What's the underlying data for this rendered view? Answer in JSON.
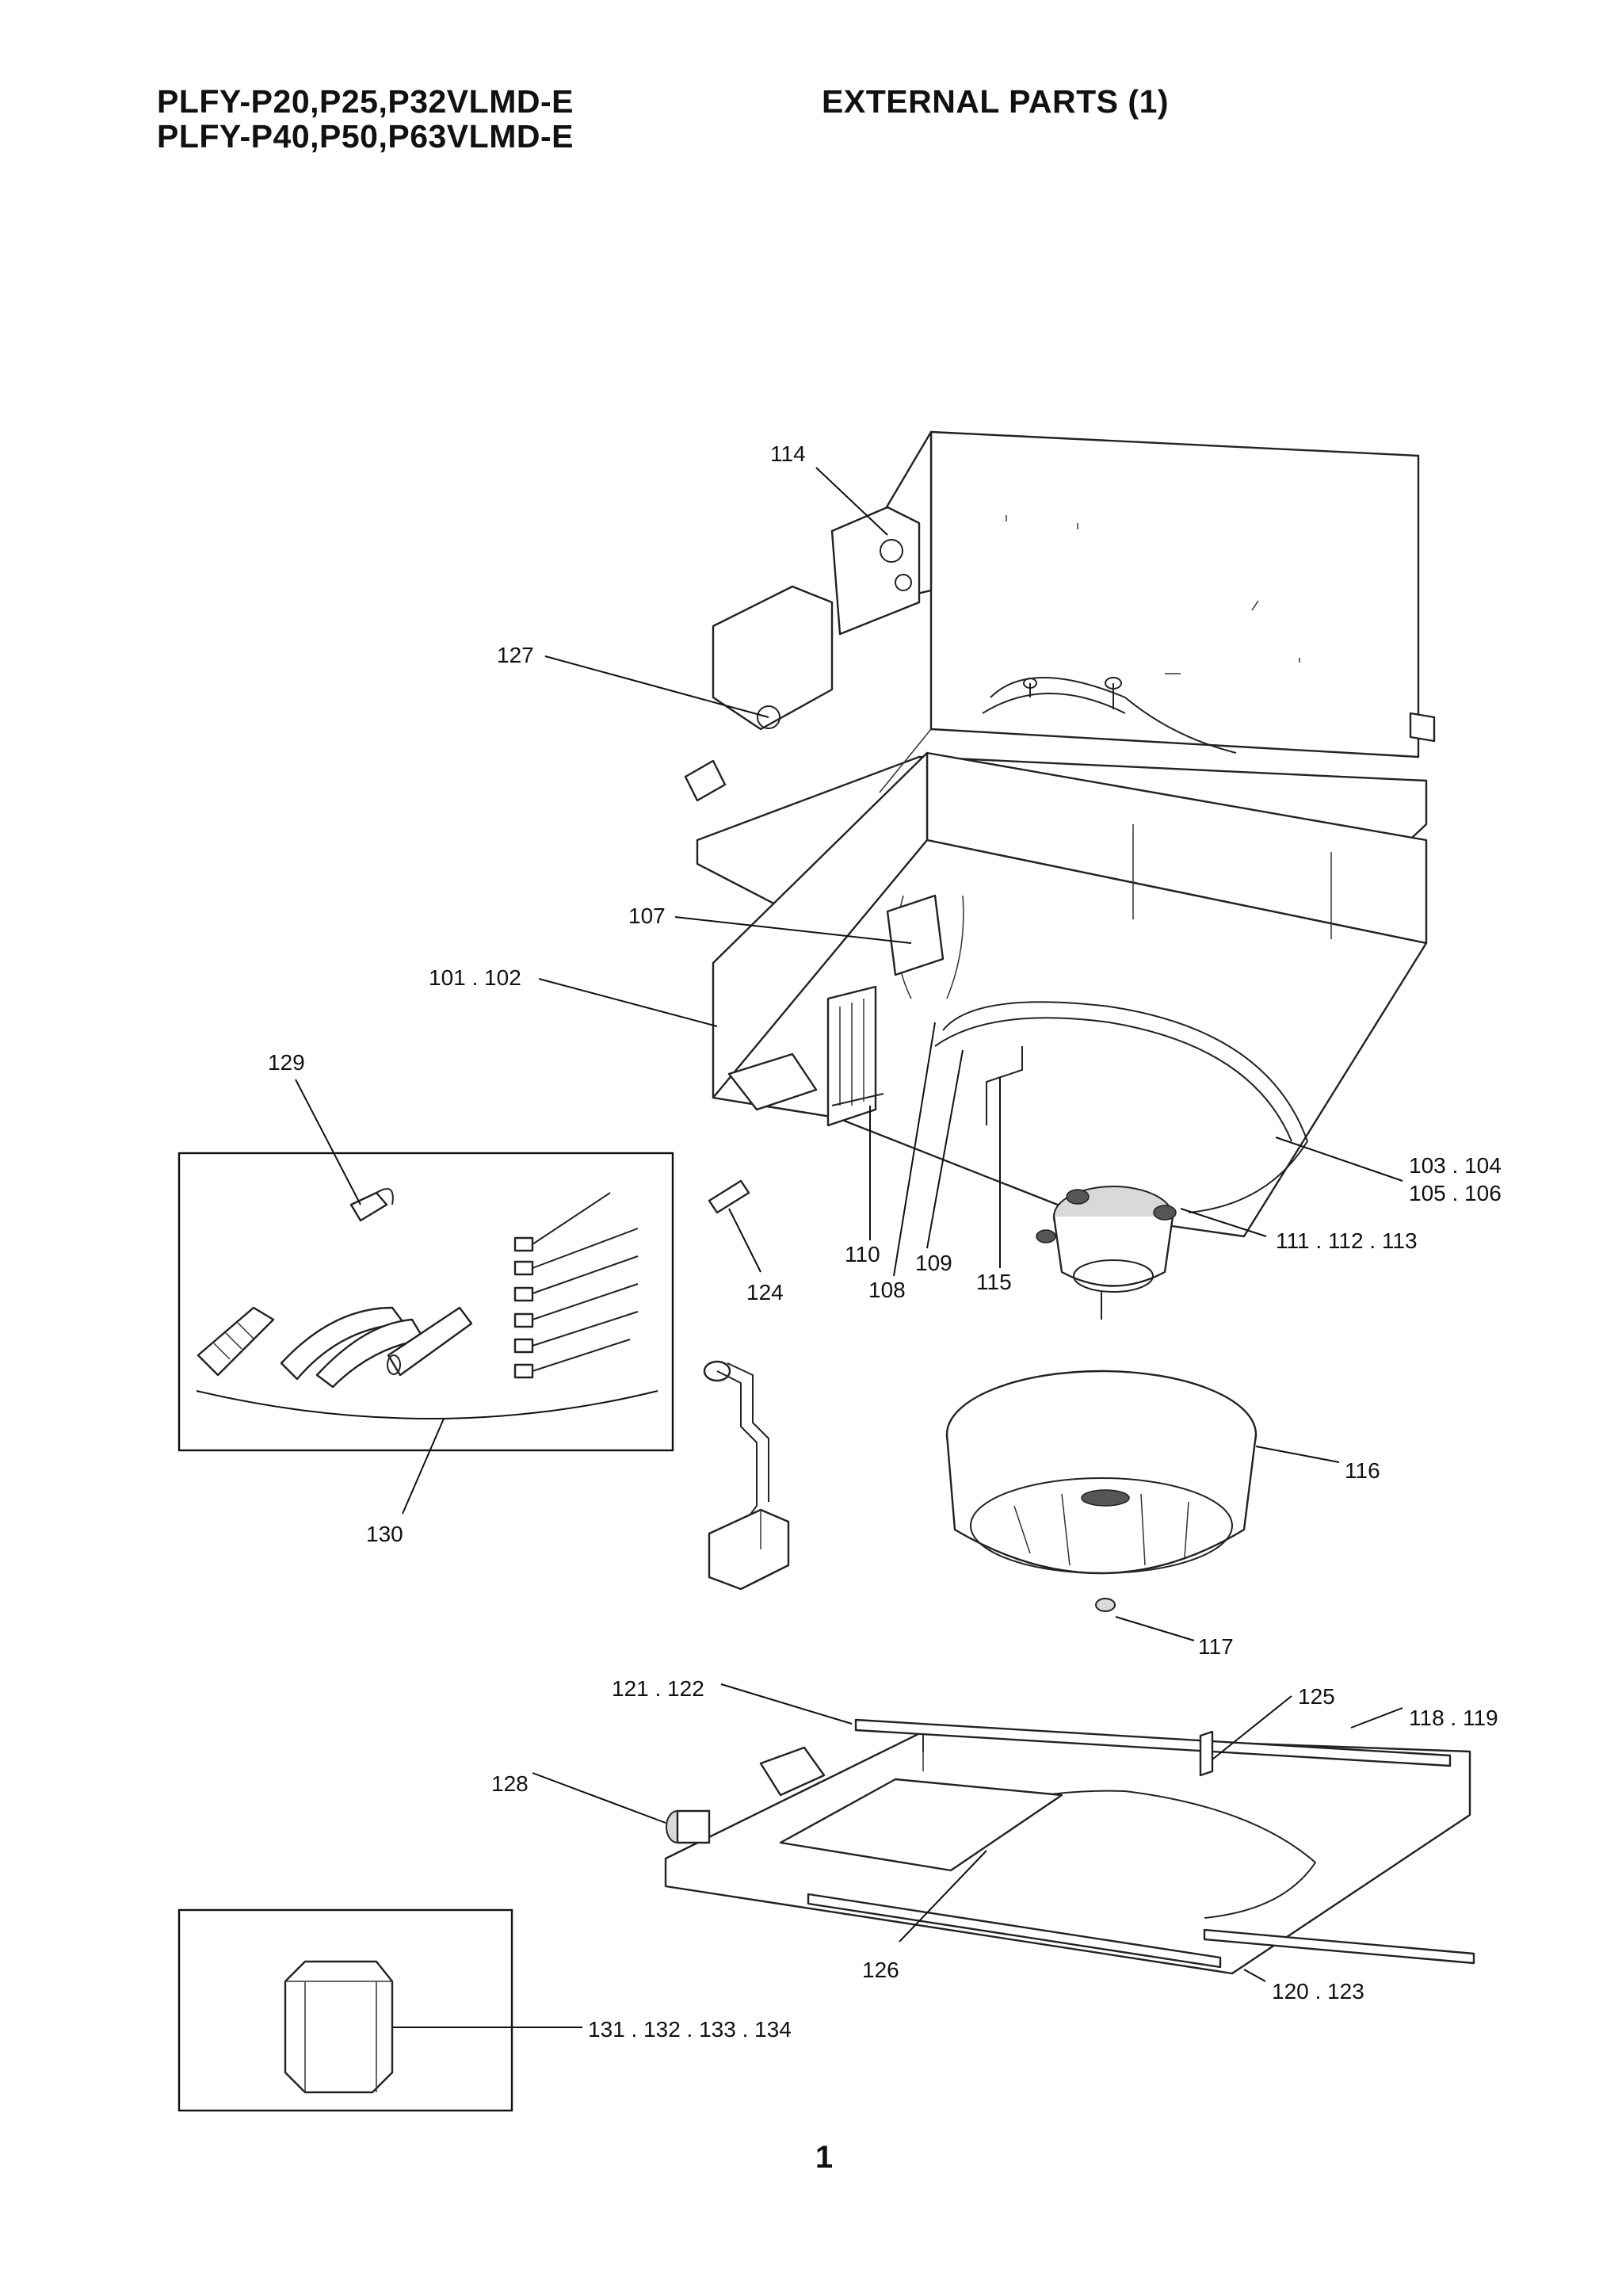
{
  "header": {
    "models_line1": "PLFY-P20,P25,P32VLMD-E",
    "models_line2": "PLFY-P40,P50,P63VLMD-E",
    "section_title": "EXTERNAL PARTS (1)"
  },
  "callouts": {
    "c114": "114",
    "c127": "127",
    "c107": "107",
    "c101": "101 . 102",
    "c129": "129",
    "c103": "103 . 104",
    "c105": "105 . 106",
    "c111": "111 . 112 . 113",
    "c110": "110",
    "c109": "109",
    "c108": "108",
    "c115": "115",
    "c124": "124",
    "c116": "116",
    "c130": "130",
    "c117": "117",
    "c121": "121 . 122",
    "c125": "125",
    "c118": "118 . 119",
    "c128": "128",
    "c126": "126",
    "c120": "120 . 123",
    "c131": "131 . 132 . 133 . 134"
  },
  "footer": {
    "page_number": "1"
  }
}
